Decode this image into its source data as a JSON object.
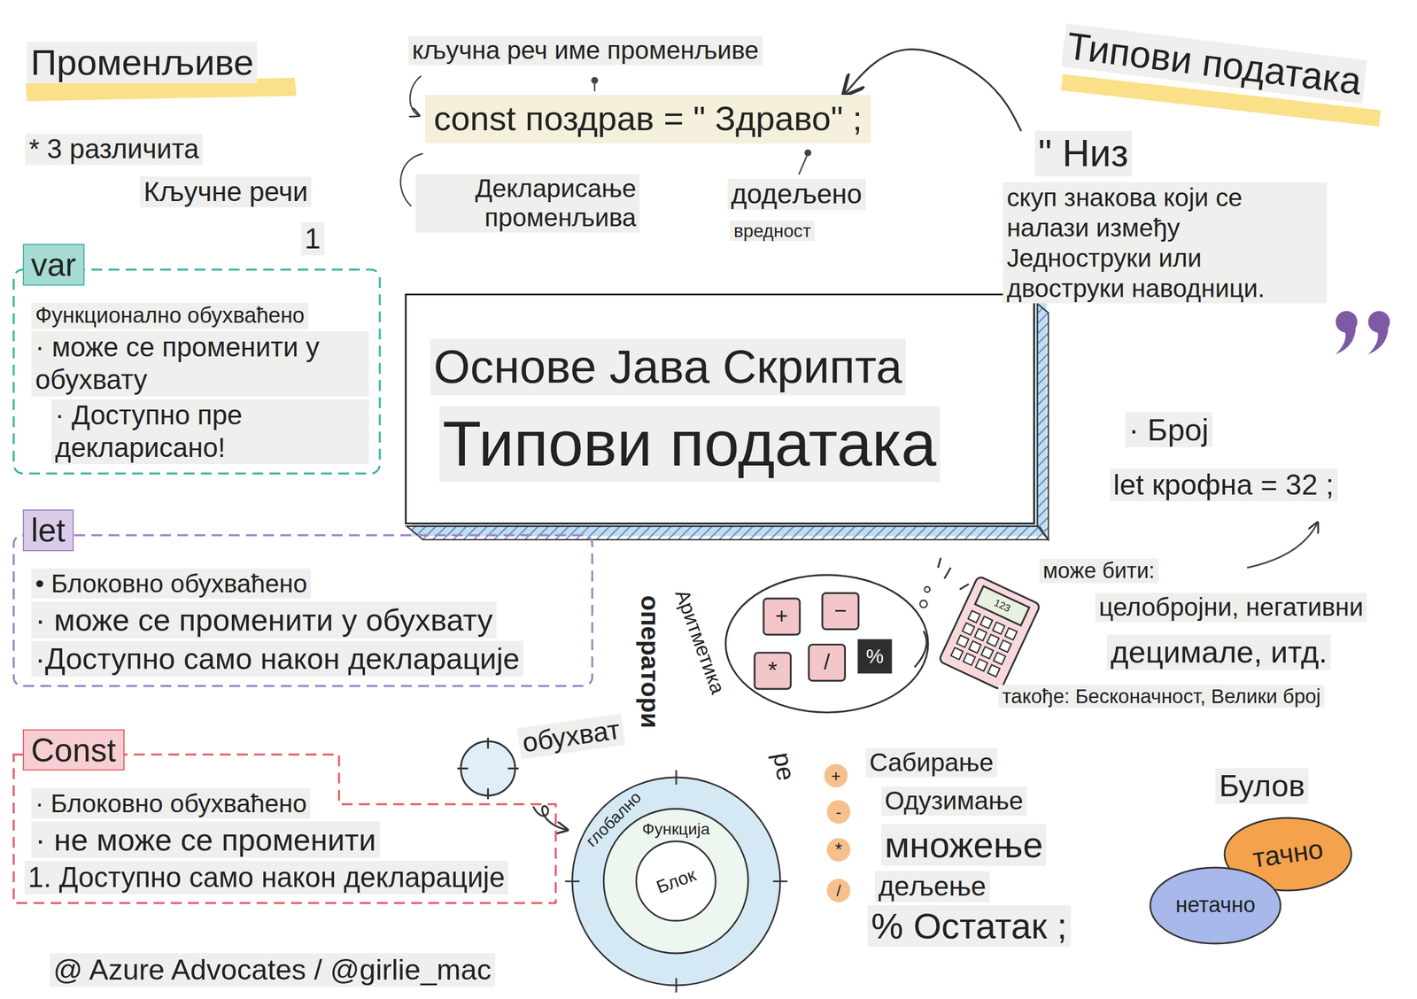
{
  "diagram": {
    "nodes": [
      {
        "text": [
          "var",
          "Функционално обухваћено",
          "· може се променити у обухвату",
          "· Доступно пре декларисано!"
        ]
      },
      {
        "text": [
          "let",
          "• Блоковно обухваћено",
          "· може се променити у обухвату",
          "·Доступно само након декларације"
        ]
      },
      {
        "text": [
          "Const",
          "· Блоковно обухваћено",
          "· не може се променити",
          "1. Доступно само након декларације"
        ]
      },
      {
        "text": [
          "const поздрав = \" Здраво\" ;"
        ]
      },
      {
        "text": [
          "Основе Јава Скрипта",
          "Типови података"
        ]
      },
      {
        "text": [
          "\" Низ",
          "скуп знакова који се налази између Једноструки или двоструки наводници."
        ]
      },
      {
        "text": [
          "глобално"
        ]
      },
      {
        "text": [
          "Функција"
        ],
        "in": 6
      },
      {
        "text": [
          "Блок"
        ],
        "in": 7
      },
      {
        "text": [
          "тачно"
        ]
      },
      {
        "text": [
          "нетачно"
        ]
      }
    ],
    "edges": [
      {
        "from": 5,
        "to": 3,
        "arrow": "to"
      }
    ],
    "labels": [
      "Променљиве",
      "кључна реч име променљиве",
      "Типови података",
      "* 3 различита",
      "Кључне речи",
      "Декларисање променљива",
      "додељено",
      "вредност",
      "1",
      "· Број",
      "let крофна = 32 ;",
      "Аритметика",
      "оператори",
      "+",
      "−",
      "*",
      "/",
      "%",
      "123",
      "може бити:",
      "целобројни, негативни",
      "децимале, итд.",
      "такође: Бесконачност, Велики број",
      "ре",
      "обухват",
      "Булов",
      "+",
      "Сабирање",
      "-",
      "Одузимање",
      "*",
      "множење",
      "/",
      "дељење",
      "% Остатак ;",
      "@ Azure Advocates / @girlie_mac"
    ]
  }
}
